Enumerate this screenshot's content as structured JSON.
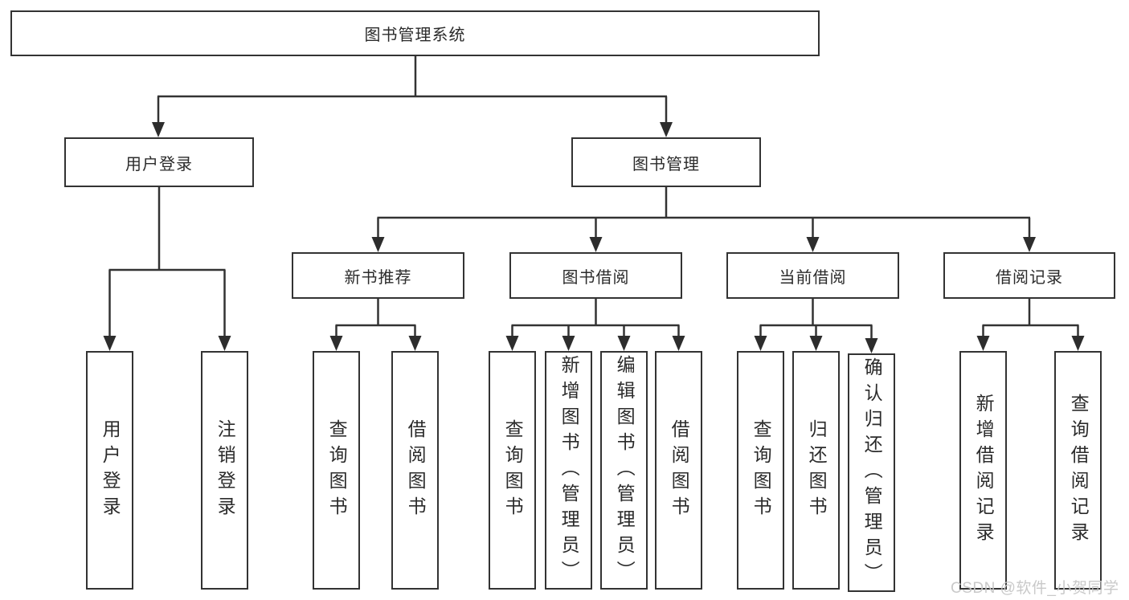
{
  "tree": {
    "root": {
      "label": "图书管理系统"
    },
    "branches": [
      {
        "label": "用户登录",
        "children": [
          {
            "label": "用户登录"
          },
          {
            "label": "注销登录"
          }
        ]
      },
      {
        "label": "图书管理",
        "children": [
          {
            "label": "新书推荐",
            "children": [
              {
                "label": "查询图书"
              },
              {
                "label": "借阅图书"
              }
            ]
          },
          {
            "label": "图书借阅",
            "children": [
              {
                "label": "查询图书"
              },
              {
                "label": "新增图书（管理员）"
              },
              {
                "label": "编辑图书（管理员）"
              },
              {
                "label": "借阅图书"
              }
            ]
          },
          {
            "label": "当前借阅",
            "children": [
              {
                "label": "查询图书"
              },
              {
                "label": "归还图书"
              },
              {
                "label": "确认归还（管理员）"
              }
            ]
          },
          {
            "label": "借阅记录",
            "children": [
              {
                "label": "新增借阅记录"
              },
              {
                "label": "查询借阅记录"
              }
            ]
          }
        ]
      }
    ]
  },
  "watermark": {
    "text": "CSDN @软件_小贺同学"
  },
  "colors": {
    "line": "#333333",
    "border": "#333333",
    "text": "#2b2b2b",
    "watermark": "#c6c6c6",
    "background": "#ffffff"
  }
}
